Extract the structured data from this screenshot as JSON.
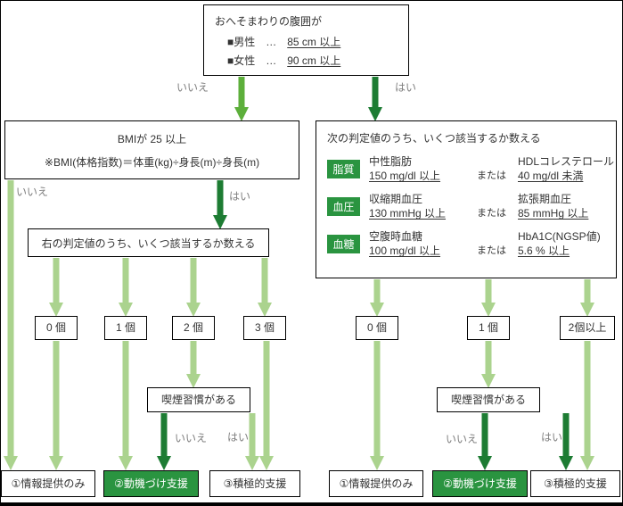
{
  "colors": {
    "arrow_light": "#abd38e",
    "arrow_medium": "#5daf3b",
    "arrow_dark": "#1d7c33",
    "green_box": "#2a9440",
    "label_gray": "#7f7f7f"
  },
  "labels": {
    "yes": "はい",
    "no": "いいえ"
  },
  "waist_box": {
    "title": "おへそまわりの腹囲が",
    "male_prefix": "■男性　…　",
    "male_value": "85 cm 以上",
    "female_prefix": "■女性　…　",
    "female_value": "90 cm 以上"
  },
  "bmi_box": {
    "line1": "BMIが 25 以上",
    "line2": "※BMI(体格指数)＝体重(kg)÷身長(m)÷身長(m)"
  },
  "left_count_box_title": "右の判定値のうち、いくつ該当するか数える",
  "criteria_box": {
    "title": "次の判定値のうち、いくつ該当するか数える",
    "rows": [
      {
        "category": "脂質",
        "left_name": "中性脂肪",
        "left_value": "150 mg/dl 以上",
        "or": "または",
        "right_name": "HDLコレステロール",
        "right_value": "40 mg/dl 未満"
      },
      {
        "category": "血圧",
        "left_name": "収縮期血圧",
        "left_value": "130 mmHg 以上",
        "or": "または",
        "right_name": "拡張期血圧",
        "right_value": "85 mmHg 以上"
      },
      {
        "category": "血糖",
        "left_name": "空腹時血糖",
        "left_value": "100 mg/dl 以上",
        "or": "または",
        "right_name": "HbA1C(NGSP値)",
        "right_value": "5.6 % 以上"
      }
    ]
  },
  "left_counts": [
    "0 個",
    "1 個",
    "2 個",
    "3 個"
  ],
  "right_counts": [
    "0 個",
    "1 個",
    "2個以上"
  ],
  "smoking_label": "喫煙習慣がある",
  "outcomes": {
    "info": "①情報提供のみ",
    "motivation": "②動機づけ支援",
    "active": "③積極的支援"
  }
}
